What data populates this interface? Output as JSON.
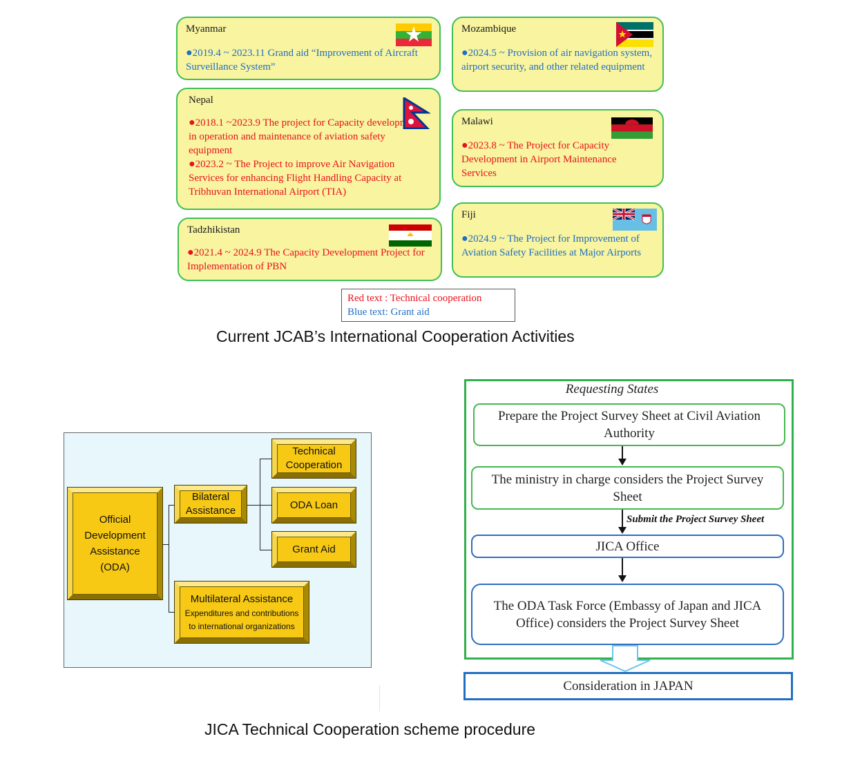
{
  "cards": {
    "myanmar": {
      "name": "Myanmar",
      "items": [
        {
          "type": "grant",
          "text": "2019.4 ~ 2023.11 Grand aid “Improvement of Aircraft Surveillance System”"
        }
      ]
    },
    "mozambique": {
      "name": "Mozambique",
      "items": [
        {
          "type": "grant",
          "text": "2024.5 ~ Provision of air navigation system, airport security, and other related equipment"
        }
      ]
    },
    "nepal": {
      "name": "Nepal",
      "items": [
        {
          "type": "technical",
          "text": "2018.1 ~2023.9 The project for Capacity development in operation and maintenance of aviation safety equipment"
        },
        {
          "type": "technical",
          "text": "2023.2 ~ The Project to improve Air Navigation Services for enhancing Flight Handling Capacity at Tribhuvan International Airport (TIA)"
        }
      ]
    },
    "malawi": {
      "name": "Malawi",
      "items": [
        {
          "type": "technical",
          "text": "2023.8 ~ The Project for Capacity Development in Airport Maintenance Services"
        }
      ]
    },
    "tadzhikistan": {
      "name": "Tadzhikistan",
      "items": [
        {
          "type": "technical",
          "text": "2021.4 ~ 2024.9 The Capacity Development Project for Implementation of PBN"
        }
      ]
    },
    "fiji": {
      "name": "Fiji",
      "items": [
        {
          "type": "grant",
          "text": "2024.9 ~ The Project for Improvement of Aviation Safety Facilities at Major Airports"
        }
      ]
    }
  },
  "bullet": "●",
  "colors": {
    "technical": "#e8121b",
    "grant": "#1f6ec4",
    "card_bg": "#f8f4a0",
    "card_border": "#3fbf55"
  },
  "legend": {
    "red": "Red text : Technical cooperation",
    "blue": "Blue text: Grant aid"
  },
  "caption_top": "Current JCAB’s International Cooperation Activities",
  "oda": {
    "oda_lines": [
      "Official",
      "Development",
      "Assistance",
      "(ODA)"
    ],
    "bilateral_lines": [
      "Bilateral",
      "Assistance"
    ],
    "technical_lines": [
      "Technical",
      "Cooperation"
    ],
    "loan": "ODA Loan",
    "grant": "Grant Aid",
    "multi_title": "Multilateral Assistance",
    "multi_sub_lines": [
      "Expenditures and contributions",
      "to international organizations"
    ]
  },
  "flow": {
    "requesting": "Requesting States",
    "step1": "Prepare the Project Survey Sheet at Civil Aviation Authority",
    "step2": "The ministry in charge considers the Project Survey Sheet",
    "submit": "Submit the Project Survey Sheet",
    "step3": "JICA Office",
    "step4": "The ODA Task Force (Embassy of Japan and JICA Office) considers the Project Survey Sheet",
    "final": "Consideration in JAPAN"
  },
  "caption_bottom": "JICA Technical Cooperation scheme procedure"
}
